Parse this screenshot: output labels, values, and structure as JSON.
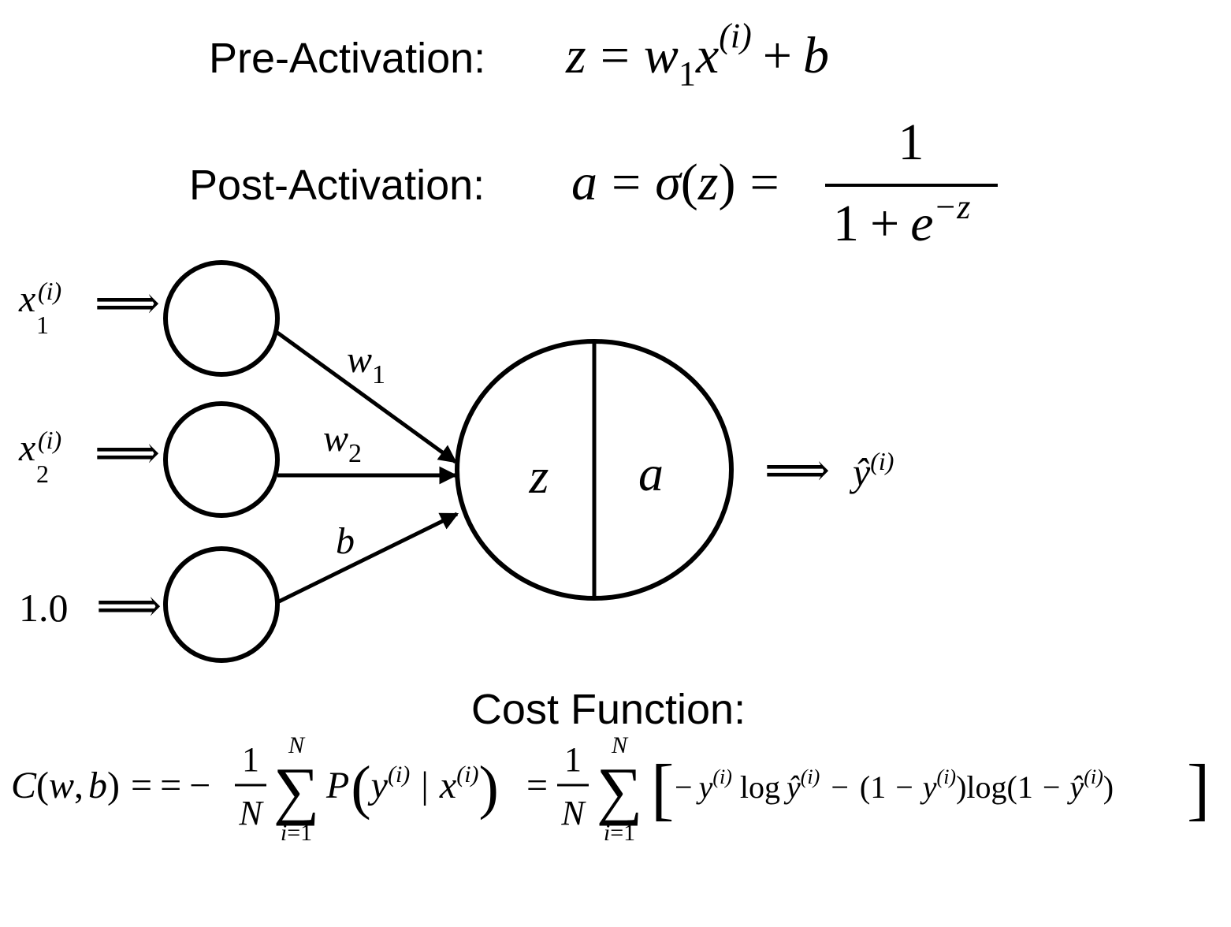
{
  "pre_activation": {
    "label": "Pre-Activation:",
    "z": "z",
    "eq": "=",
    "w": "w",
    "w_sub": "1",
    "x": "x",
    "x_sup": "(i)",
    "plus": "+",
    "b": "b"
  },
  "post_activation": {
    "label": "Post-Activation:",
    "a": "a",
    "eq1": "=",
    "sigma": "σ",
    "open": "(",
    "z": "z",
    "close": ")",
    "eq2": "=",
    "numerator": "1",
    "den_one": "1",
    "den_plus": "+",
    "den_e": "e",
    "den_exp": "−z"
  },
  "diagram": {
    "inputs": [
      {
        "base": "x",
        "sub": "1",
        "sup": "(i)"
      },
      {
        "base": "x",
        "sub": "2",
        "sup": "(i)"
      },
      {
        "value": "1.0"
      }
    ],
    "input_arrow": "⟹",
    "weights": [
      {
        "base": "w",
        "sub": "1"
      },
      {
        "base": "w",
        "sub": "2"
      },
      {
        "base": "b"
      }
    ],
    "neuron": {
      "left": "z",
      "right": "a"
    },
    "output_arrow": "⟹",
    "output": {
      "base": "ŷ",
      "sup": "(i)"
    }
  },
  "cost": {
    "title": "Cost Function:",
    "C": "C",
    "open": "(",
    "w": "w",
    "comma": ",",
    "b": "b",
    "close": ")",
    "eq": "=",
    "eq_dup": "=",
    "minus": "−",
    "frac_num": "1",
    "frac_den": "N",
    "sigma": "∑",
    "sum_top": "N",
    "sum_bottom_i": "i",
    "sum_bottom_eq": "=",
    "sum_bottom_one": "1",
    "P": "P",
    "lparen": "(",
    "y": "y",
    "y_sup": "(i)",
    "bar": "|",
    "x": "x",
    "x_sup": "(i)",
    "rparen": ")",
    "eq3": "=",
    "frac2_num": "1",
    "frac2_den": "N",
    "sigma2": "∑",
    "sum2_top": "N",
    "sum2_bottom_i": "i",
    "sum2_bottom_eq": "=",
    "sum2_bottom_one": "1",
    "lbracket": "[",
    "neg": "−",
    "y1": "y",
    "y1_sup": "(i)",
    "log1": "log",
    "yhat1": "ŷ",
    "yhat1_sup": "(i)",
    "minus2": "−",
    "p2open": "(1",
    "minus3": "−",
    "y2": "y",
    "y2_sup": "(i)",
    "p2close": ")",
    "log2": "log",
    "p3open": "(1",
    "minus4": "−",
    "yhat2": "ŷ",
    "yhat2_sup": "(i)",
    "p3close": ")",
    "rbracket": "]"
  }
}
